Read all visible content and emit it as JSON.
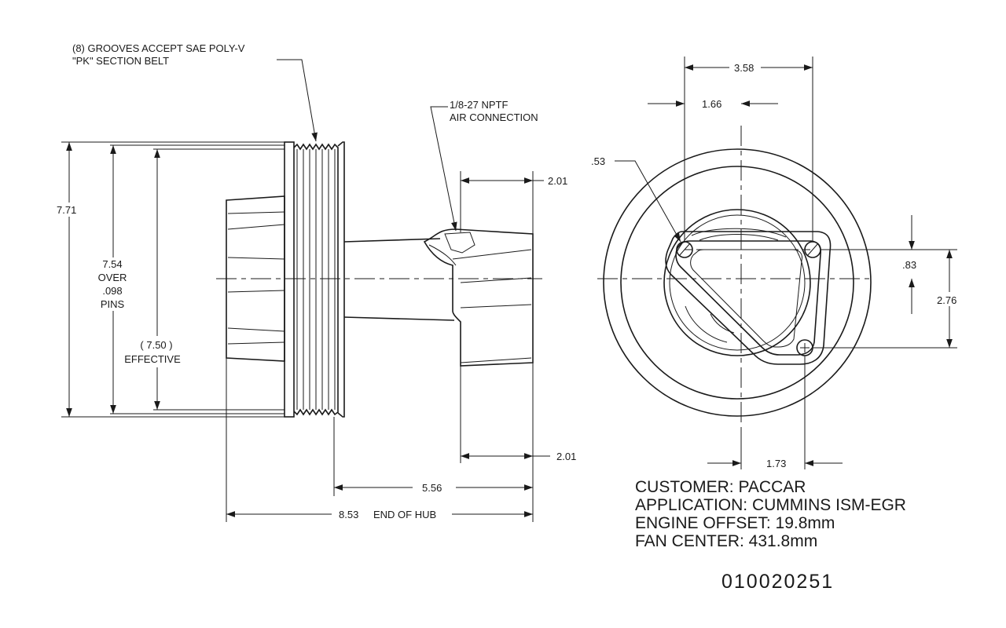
{
  "notes": {
    "grooves_line1": "(8) GROOVES ACCEPT SAE POLY-V",
    "grooves_line2": "\"PK\" SECTION BELT",
    "air_line1": "1/8-27 NPTF",
    "air_line2": "AIR CONNECTION"
  },
  "side_view": {
    "dim_7_71": "7.71",
    "over_pins_line1": "7.54",
    "over_pins_line2": "OVER",
    "over_pins_line3": ".098",
    "over_pins_line4": "PINS",
    "effective_value": "( 7.50 )",
    "effective_label": "EFFECTIVE",
    "dim_2_01_top": "2.01",
    "dim_2_01_bottom": "2.01",
    "dim_5_56": "5.56",
    "dim_8_53": "8.53",
    "end_of_hub": "END OF HUB"
  },
  "end_view": {
    "dim_3_58": "3.58",
    "dim_1_66": "1.66",
    "dim_0_53": ".53",
    "dim_0_83": ".83",
    "dim_2_76": "2.76",
    "dim_1_73": "1.73"
  },
  "info": {
    "customer": "CUSTOMER: PACCAR",
    "application": "APPLICATION: CUMMINS ISM-EGR",
    "engine_offset": "ENGINE OFFSET: 19.8mm",
    "fan_center": "FAN CENTER: 431.8mm"
  },
  "part_number": "010020251"
}
